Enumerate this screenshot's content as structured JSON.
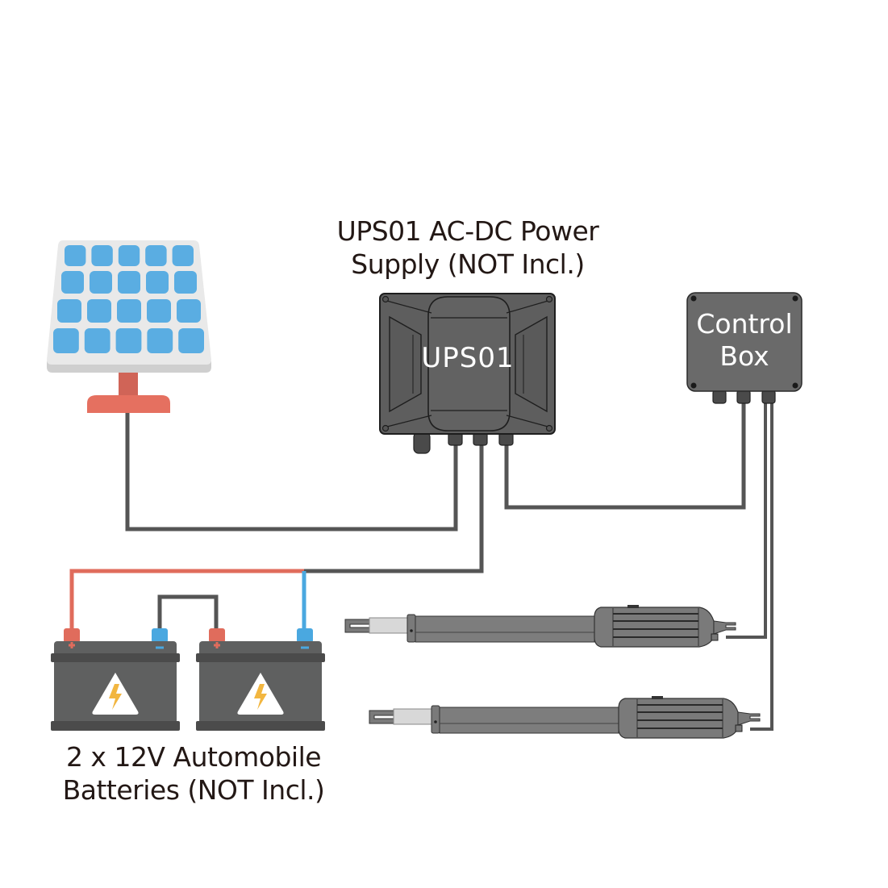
{
  "labels": {
    "ups_title_line1": "UPS01 AC-DC Power",
    "ups_title_line2": "Supply (NOT Incl.)",
    "ups_device_label": "UPS01",
    "control_box_line1": "Control",
    "control_box_line2": "Box",
    "battery_title_line1": "2 x 12V Automobile",
    "battery_title_line2": "Batteries (NOT Incl.)"
  },
  "components": [
    {
      "id": "solar-panel",
      "name": "Solar Panel"
    },
    {
      "id": "ups01",
      "name": "UPS01 AC-DC Power Supply"
    },
    {
      "id": "control-box",
      "name": "Control Box"
    },
    {
      "id": "battery-1",
      "name": "12V Automobile Battery",
      "terminals": [
        "+",
        "-"
      ]
    },
    {
      "id": "battery-2",
      "name": "12V Automobile Battery",
      "terminals": [
        "+",
        "-"
      ]
    },
    {
      "id": "actuator-1",
      "name": "Linear Actuator"
    },
    {
      "id": "actuator-2",
      "name": "Linear Actuator"
    }
  ],
  "connections": [
    {
      "from": "solar-panel",
      "to": "ups01",
      "color": "#505050"
    },
    {
      "from": "battery-1 (+)",
      "to": "ups01",
      "color": "#e06c5c"
    },
    {
      "from": "battery-2 (-)",
      "to": "ups01",
      "color": "#4aa8e0"
    },
    {
      "from": "battery-1 (-)",
      "to": "battery-2 (+)",
      "color": "#505050"
    },
    {
      "from": "ups01",
      "to": "control-box",
      "color": "#505050"
    },
    {
      "from": "control-box",
      "to": "actuator-1",
      "color": "#505050"
    },
    {
      "from": "control-box",
      "to": "actuator-2",
      "color": "#505050"
    }
  ],
  "colors": {
    "panel_cell": "#5aade2",
    "panel_frame": "#e8e8e8",
    "panel_stand": "#e07060",
    "device_dark": "#5d5d5d",
    "battery_body": "#5f6060",
    "positive": "#e06c5c",
    "negative": "#4aa8e0",
    "warning_bolt": "#f2b640",
    "wire": "#505050"
  }
}
